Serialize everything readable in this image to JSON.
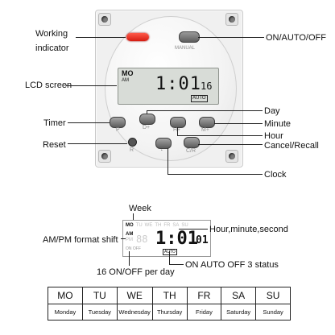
{
  "callouts": {
    "working_indicator": "Working\nindicator",
    "on_auto_off": "ON/AUTO/OFF",
    "lcd_screen": "LCD screen",
    "day": "Day",
    "timer": "Timer",
    "minute": "Minute",
    "hour": "Hour",
    "reset": "Reset",
    "cancel_recall": "Cancel/Recall",
    "clock": "Clock"
  },
  "device": {
    "switch_label": "MANUAL",
    "lcd": {
      "day": "MO",
      "ampm": "AM",
      "time": "1:01",
      "seconds": "16",
      "mode": "AUTO"
    },
    "buttons": [
      {
        "id": "timer",
        "label": "P"
      },
      {
        "id": "day",
        "label": "D+"
      },
      {
        "id": "hour",
        "label": "H+"
      },
      {
        "id": "minute",
        "label": "M+"
      },
      {
        "id": "cancel",
        "label": "C/R"
      },
      {
        "id": "clock",
        "label": "◔"
      }
    ],
    "reset_label": "R"
  },
  "detail": {
    "week_label": "Week",
    "ampm_label": "AM/PM format shift",
    "hms_label": "Hour,minute,second",
    "onoff_label": "16 ON/OFF per day",
    "status_label": "ON AUTO OFF 3 status",
    "lcd_days": [
      "MO",
      "TU",
      "WE",
      "TH",
      "FR",
      "SA",
      "SU"
    ],
    "lcd_ampm": "AM",
    "lcd_pm": "PM",
    "lcd_onoff": "ON OFF",
    "lcd_time": "1:01",
    "lcd_seconds": "01",
    "lcd_mode": "AUTO"
  },
  "days_table": {
    "abbr": [
      "MO",
      "TU",
      "WE",
      "TH",
      "FR",
      "SA",
      "SU"
    ],
    "full": [
      "Monday",
      "Tuesday",
      "Wednesday",
      "Thursday",
      "Friday",
      "Saturday",
      "Sunday"
    ]
  }
}
